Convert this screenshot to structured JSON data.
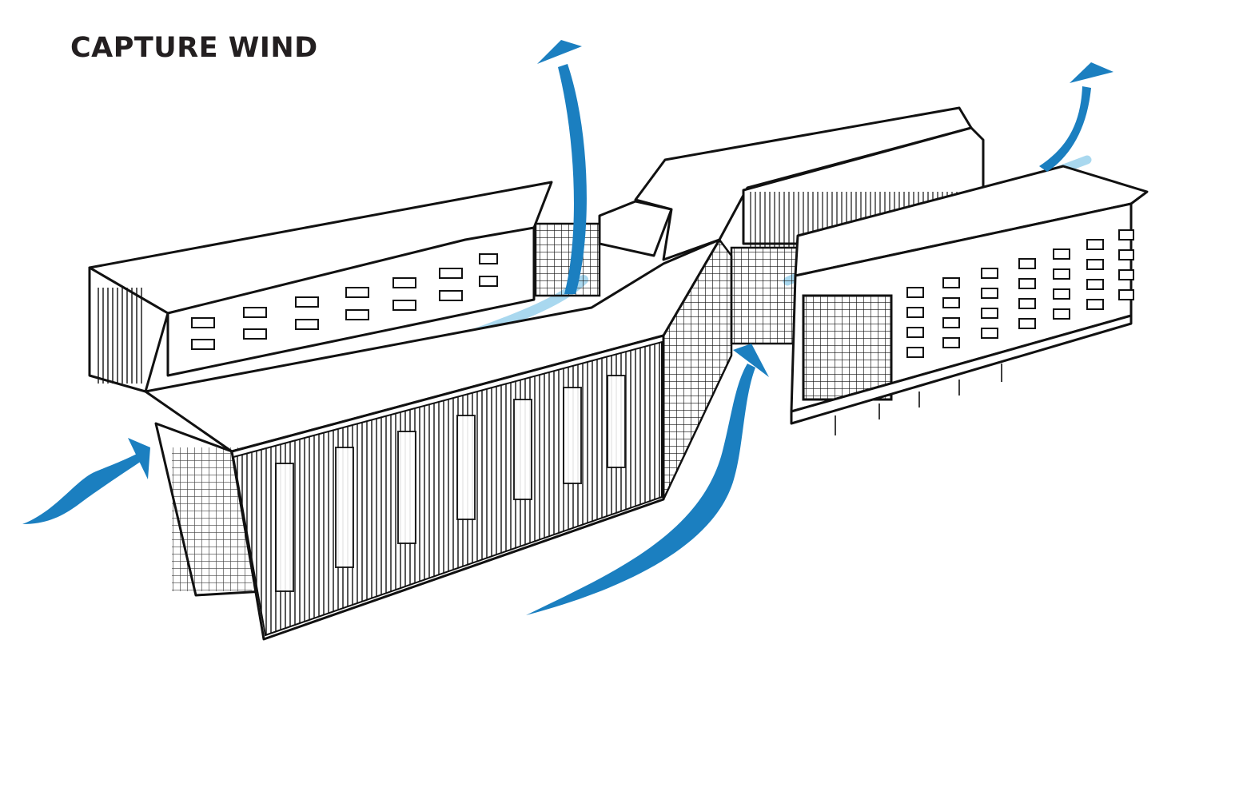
{
  "title": "CAPTURE WIND",
  "colors": {
    "line": "#111111",
    "background": "#ffffff",
    "wind_primary": "#1b7fc0",
    "wind_through": "#a9d8ef"
  },
  "icons": {
    "building": "isometric-line-drawing-residential-building",
    "wind": "curved-arrow"
  }
}
